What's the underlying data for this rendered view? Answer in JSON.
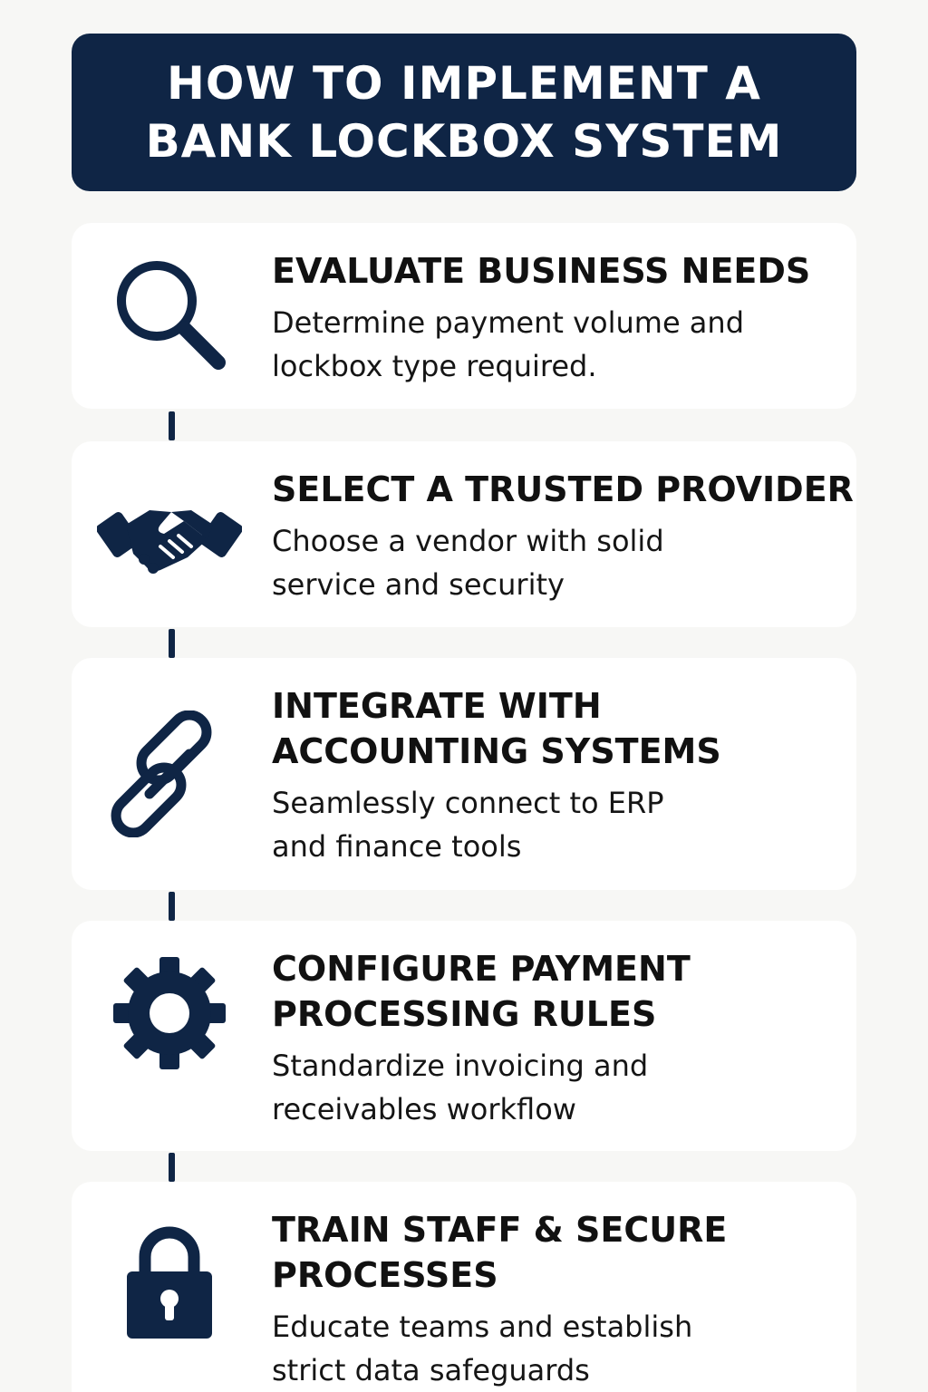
{
  "title": {
    "line1": "HOW TO IMPLEMENT A",
    "line2": "BANK LOCKBOX SYSTEM"
  },
  "colors": {
    "navy": "#0f2545",
    "background": "#f7f7f5",
    "card": "#ffffff"
  },
  "steps": [
    {
      "icon": "magnifying-glass-icon",
      "title_lines": [
        "EVALUATE BUSINESS NEEDS"
      ],
      "desc_lines": [
        "Determine payment volume and",
        "lockbox type required."
      ]
    },
    {
      "icon": "handshake-icon",
      "title_lines": [
        "SELECT A TRUSTED PROVIDER"
      ],
      "desc_lines": [
        "Choose a vendor with solid",
        "service and security"
      ]
    },
    {
      "icon": "chain-link-icon",
      "title_lines": [
        "INTEGRATE WITH",
        "ACCOUNTING SYSTEMS"
      ],
      "desc_lines": [
        "Seamlessly connect to ERP",
        "and finance tools"
      ]
    },
    {
      "icon": "gear-icon",
      "title_lines": [
        "CONFIGURE PAYMENT",
        "PROCESSING RULES"
      ],
      "desc_lines": [
        "Standardize invoicing and",
        "receivables workflow"
      ]
    },
    {
      "icon": "padlock-icon",
      "title_lines": [
        "TRAIN STAFF & SECURE",
        "PROCESSES"
      ],
      "desc_lines": [
        "Educate teams and establish",
        "strict data safeguards"
      ]
    }
  ]
}
